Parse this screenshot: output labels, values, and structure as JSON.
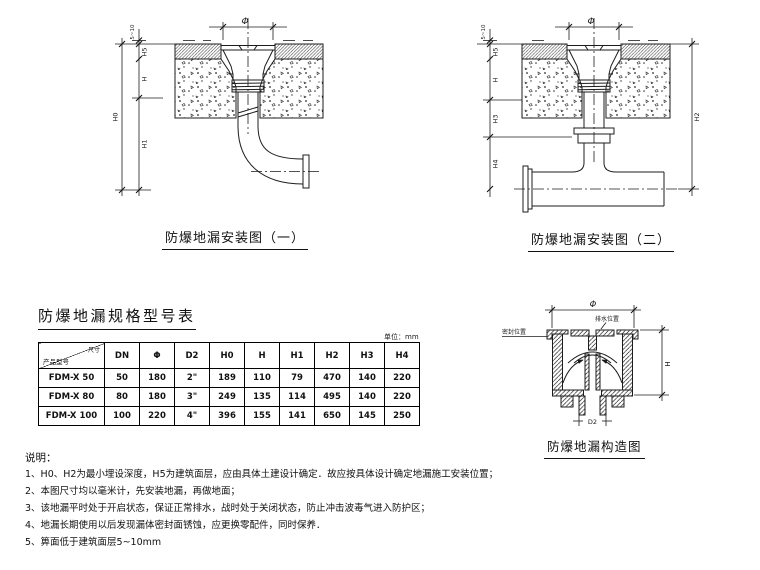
{
  "diagram1": {
    "title": "防爆地漏安装图（一）",
    "dims": {
      "phi": "Φ",
      "gap": "5~10",
      "h5": "H5",
      "h": "H",
      "h1": "H1",
      "h0": "H0"
    }
  },
  "diagram2": {
    "title": "防爆地漏安装图（二）",
    "dims": {
      "phi": "Φ",
      "gap": "5~10",
      "h5": "H5",
      "h": "H",
      "h3": "H3",
      "h4": "H4",
      "h2": "H2"
    }
  },
  "structure": {
    "title": "防爆地漏构造图",
    "dims": {
      "phi": "Φ",
      "h": "H",
      "d2": "D2"
    },
    "labels": {
      "seal": "密封位置",
      "drain": "排水位置"
    }
  },
  "spec_table": {
    "title": "防爆地漏规格型号表",
    "unit_note": "单位：mm",
    "corner_top": "尺寸",
    "corner_bottom": "产品型号",
    "columns": [
      "DN",
      "Φ",
      "D2",
      "H0",
      "H",
      "H1",
      "H2",
      "H3",
      "H4"
    ],
    "rows": [
      {
        "model": "FDM-X 50",
        "values": [
          "50",
          "180",
          "2\"",
          "189",
          "110",
          "79",
          "470",
          "140",
          "220"
        ]
      },
      {
        "model": "FDM-X 80",
        "values": [
          "80",
          "180",
          "3\"",
          "249",
          "135",
          "114",
          "495",
          "140",
          "220"
        ]
      },
      {
        "model": "FDM-X 100",
        "values": [
          "100",
          "220",
          "4\"",
          "396",
          "155",
          "141",
          "650",
          "145",
          "250"
        ]
      }
    ]
  },
  "notes": {
    "heading": "说明：",
    "items": [
      "1、H0、H2为最小埋设深度，H5为建筑面层，应由具体土建设计确定．故应按具体设计确定地漏施工安装位置；",
      "2、本图尺寸均以毫米计，先安装地漏，再做地面；",
      "3、该地漏平时处于开启状态，保证正常排水，战时处于关闭状态，防止冲击波毒气进入防护区；",
      "4、地漏长期使用以后发现漏体密封面锈蚀，应更换零配件，同时保养．",
      "5、箅面低于建筑面层5~10mm"
    ]
  }
}
